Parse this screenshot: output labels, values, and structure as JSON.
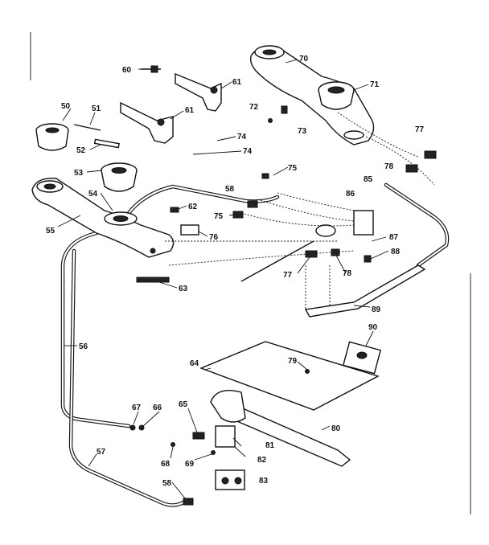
{
  "parts": {
    "p50": "50",
    "p51": "51",
    "p52": "52",
    "p53": "53",
    "p54": "54",
    "p55": "55",
    "p56": "56",
    "p57": "57",
    "p58a": "58",
    "p58b": "58",
    "p60": "60",
    "p61a": "61",
    "p61b": "61",
    "p62": "62",
    "p63": "63",
    "p64": "64",
    "p65": "65",
    "p66": "66",
    "p67": "67",
    "p68": "68",
    "p69": "69",
    "p70": "70",
    "p71": "71",
    "p72": "72",
    "p73": "73",
    "p74a": "74",
    "p74b": "74",
    "p75a": "75",
    "p75b": "75",
    "p76": "76",
    "p77a": "77",
    "p77b": "77",
    "p78a": "78",
    "p78b": "78",
    "p79": "79",
    "p80": "80",
    "p81": "81",
    "p82": "82",
    "p83": "83",
    "p85": "85",
    "p86": "86",
    "p87": "87",
    "p88": "88",
    "p89": "89",
    "p90": "90"
  }
}
